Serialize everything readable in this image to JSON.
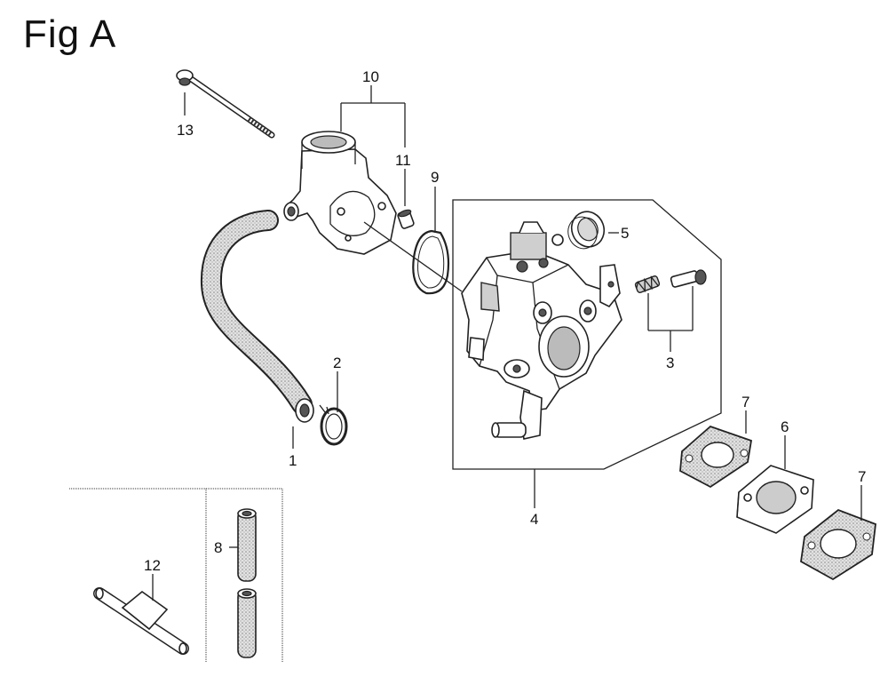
{
  "figure": {
    "title": "Fig A"
  },
  "callouts": {
    "c1": "1",
    "c2": "2",
    "c3": "3",
    "c4": "4",
    "c5": "5",
    "c6": "6",
    "c7a": "7",
    "c7b": "7",
    "c8": "8",
    "c9": "9",
    "c10": "10",
    "c11": "11",
    "c12": "12",
    "c13": "13"
  }
}
